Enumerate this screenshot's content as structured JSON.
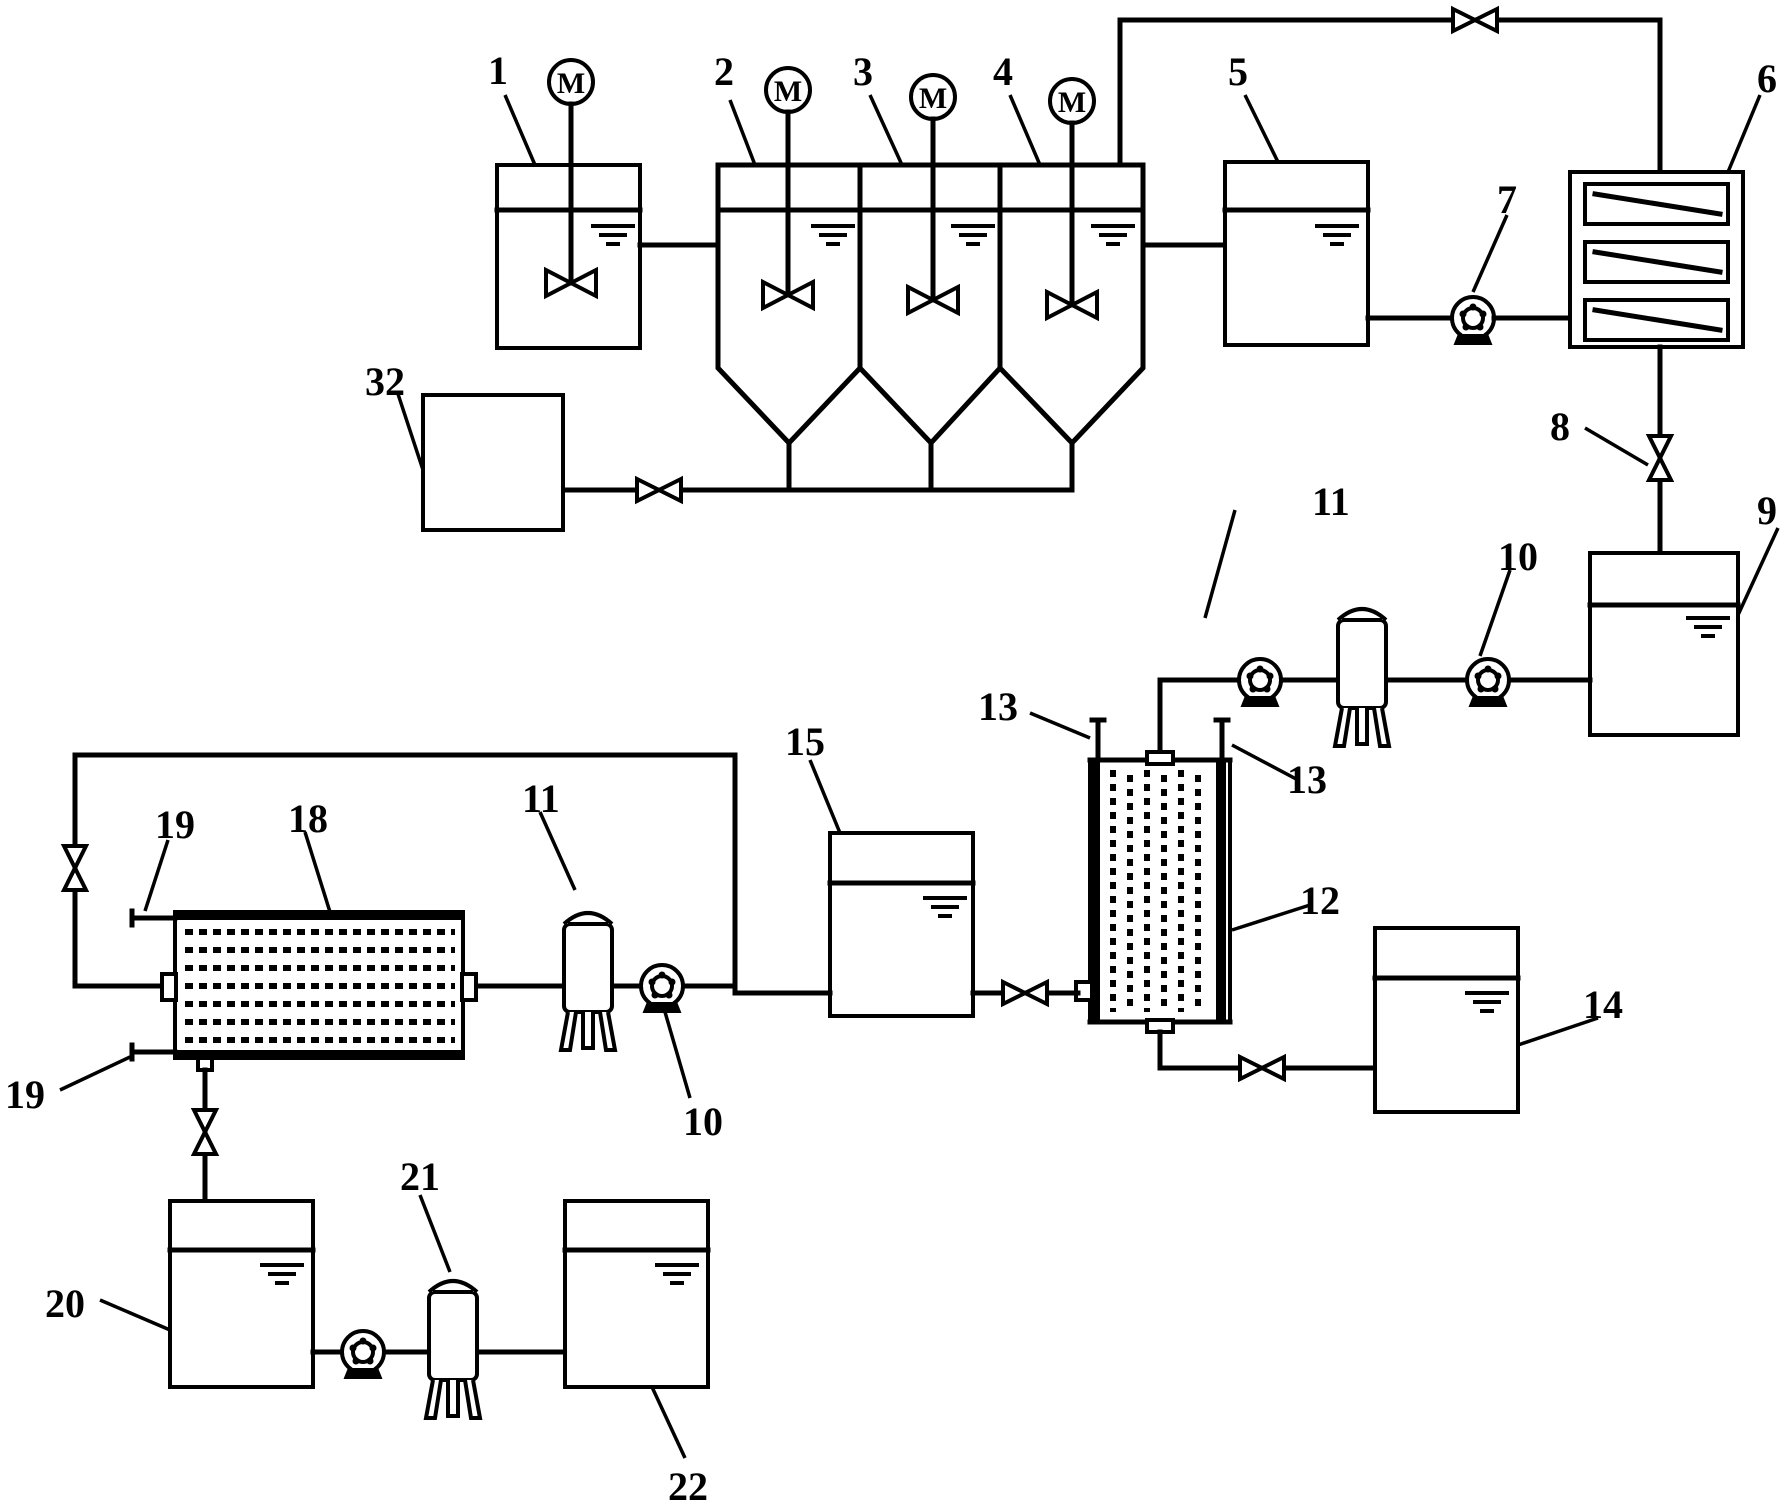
{
  "diagram": {
    "motor_symbol": "M",
    "labels": {
      "l1": "1",
      "l2": "2",
      "l3": "3",
      "l4": "4",
      "l5": "5",
      "l6": "6",
      "l7": "7",
      "l8": "8",
      "l9": "9",
      "l10a": "10",
      "l10b": "10",
      "l11a": "11",
      "l11b": "11",
      "l12": "12",
      "l13a": "13",
      "l13b": "13",
      "l14": "14",
      "l15": "15",
      "l18": "18",
      "l19a": "19",
      "l19b": "19",
      "l20": "20",
      "l21": "21",
      "l22": "22",
      "l32": "32"
    },
    "icons": [
      "motor-icon",
      "stirrer-icon",
      "water-level-icon",
      "pump-icon",
      "valve-icon",
      "filter-housing-icon",
      "membrane-module-icon",
      "plate-separator-icon"
    ],
    "colors": {
      "line": "#000000",
      "background": "#ffffff"
    }
  }
}
